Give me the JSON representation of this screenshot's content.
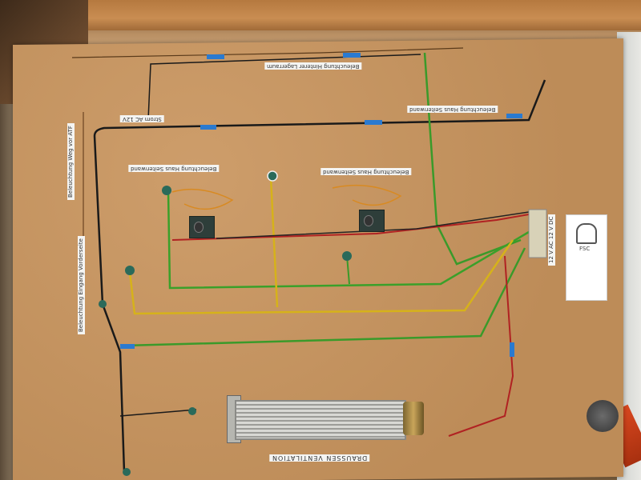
{
  "photo": {
    "subject": "wiring test board",
    "labels": {
      "top": "Beleuchtung Hinterer Lagerraum",
      "right_top": "Beleuchtung Haus Seitenwand",
      "left_top": "Strom AC 12V",
      "left_vertical": "Beleuchtung Weg vor ATF",
      "board_left": "Beleuchtung Haus Seitenwand",
      "board_right": "Beleuchtung Haus Seitenwand",
      "left_mid_vertical": "Beleuchtung Eingang Vorderseite",
      "right_vertical": "12 V AC 12 V DC",
      "bottom": "DRAUSSEN VENTILATION"
    },
    "sticker_text": "FSC"
  }
}
